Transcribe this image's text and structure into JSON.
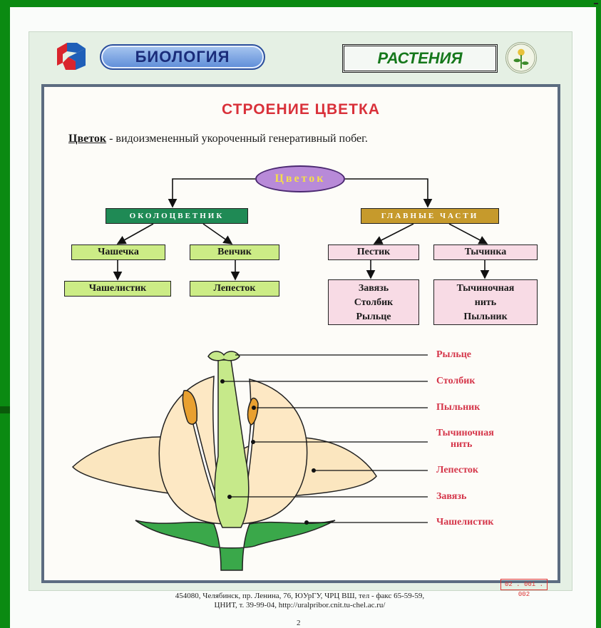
{
  "header": {
    "subject": "БИОЛОГИЯ",
    "topic": "РАСТЕНИЯ"
  },
  "title": "СТРОЕНИЕ ЦВЕТКА",
  "definition": {
    "term": "Цветок",
    "text": " - видоизмененный укороченный генеративный побег."
  },
  "tree": {
    "root": "Цветок",
    "left_group": {
      "label": "ОКОЛОЦВЕТНИК",
      "children": [
        {
          "name": "Чашечка",
          "child": "Чашелистик"
        },
        {
          "name": "Венчик",
          "child": "Лепесток"
        }
      ]
    },
    "right_group": {
      "label": "ГЛАВНЫЕ ЧАСТИ",
      "children": [
        {
          "name": "Пестик",
          "child_lines": [
            "Завязь",
            "Столбик",
            "Рыльце"
          ]
        },
        {
          "name": "Тычинка",
          "child_lines": [
            "Тычиночная",
            "нить",
            "Пыльник"
          ]
        }
      ]
    }
  },
  "flower_labels": {
    "stigma": "Рыльце",
    "style": "Столбик",
    "anther": "Пыльник",
    "filament_1": "Тычиночная",
    "filament_2": "нить",
    "petal": "Лепесток",
    "ovary": "Завязь",
    "sepal": "Чашелистик"
  },
  "footer": {
    "line1": "454080, Челябинск, пр. Ленина, 76, ЮУрГУ, ЧРЦ ВШ, тел - факс 65-59-59,",
    "line2": "ЦНИТ, т. 39-99-04, http://uralpribor.cnit.tu-chel.ac.ru/",
    "page": "2",
    "code": "02 . 001 . 002"
  },
  "colors": {
    "background": "#0b8a12",
    "title": "#d9313a",
    "labels": "#d5364a"
  }
}
